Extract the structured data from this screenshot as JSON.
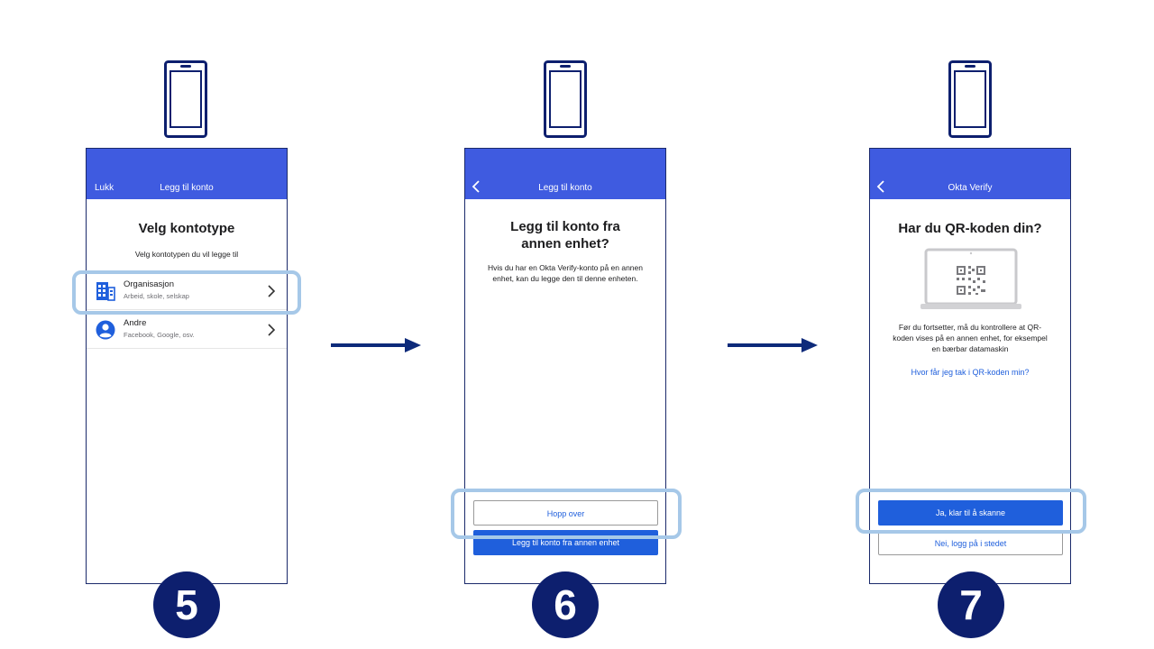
{
  "steps": [
    {
      "number": "5",
      "screen": {
        "topbar_left": "Lukk",
        "topbar_title": "Legg til konto",
        "heading": "Velg kontotype",
        "subtitle": "Velg kontotypen du vil legge til",
        "options": [
          {
            "title": "Organisasjon",
            "subtitle": "Arbeid, skole, selskap",
            "icon": "building-icon"
          },
          {
            "title": "Andre",
            "subtitle": "Facebook, Google, osv.",
            "icon": "person-icon"
          }
        ]
      }
    },
    {
      "number": "6",
      "screen": {
        "topbar_title": "Legg til konto",
        "heading_line1": "Legg til konto fra",
        "heading_line2": "annen enhet?",
        "body_line1": "Hvis du har en Okta Verify-konto på en annen",
        "body_line2": "enhet, kan du legge den til denne enheten.",
        "skip_button": "Hopp over",
        "add_button": "Legg til konto fra annen enhet"
      }
    },
    {
      "number": "7",
      "screen": {
        "topbar_title": "Okta Verify",
        "heading": "Har du QR-koden din?",
        "body_line1": "Før du fortsetter, må du kontrollere at QR-",
        "body_line2": "koden vises på en annen enhet, for eksempel",
        "body_line3": "en bærbar datamaskin",
        "help_link": "Hvor får jeg tak i QR-koden min?",
        "ready_button": "Ja, klar til å skanne",
        "login_button": "Nei, logg på i stedet"
      }
    }
  ],
  "colors": {
    "header_blue": "#3f5be0",
    "button_blue": "#1f5fdc",
    "highlight": "#a6c8e8",
    "navy": "#0d1f6e"
  }
}
